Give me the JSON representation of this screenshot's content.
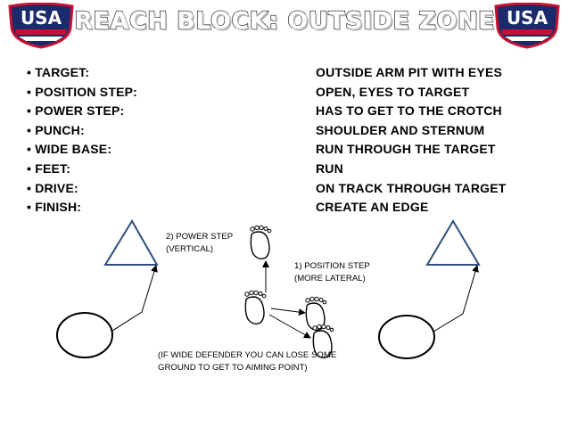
{
  "title": "REACH BLOCK: OUTSIDE ZONE",
  "logo_text": "USA",
  "colors": {
    "logo_navy": "#1b2a6b",
    "logo_red": "#c8102e"
  },
  "coaching_points": [
    {
      "label": "• TARGET:",
      "value": "OUTSIDE ARM PIT WITH EYES"
    },
    {
      "label": "• POSITION STEP:",
      "value": "OPEN, EYES TO TARGET"
    },
    {
      "label": "• POWER STEP:",
      "value": "HAS TO GET TO THE CROTCH"
    },
    {
      "label": "• PUNCH:",
      "value": "SHOULDER AND STERNUM"
    },
    {
      "label": "• WIDE BASE:",
      "value": "RUN THROUGH THE TARGET"
    },
    {
      "label": "• FEET:",
      "value": "RUN"
    },
    {
      "label": "• DRIVE:",
      "value": "ON TRACK THROUGH TARGET"
    },
    {
      "label": "• FINISH:",
      "value": "CREATE AN EDGE"
    }
  ],
  "diagram": {
    "power_step_label": [
      "2) POWER STEP",
      "(VERTICAL)"
    ],
    "position_step_label": [
      "1) POSITION STEP",
      "(MORE LATERAL)"
    ],
    "wide_defender_note": [
      "(IF WIDE DEFENDER YOU CAN LOSE SOME",
      "GROUND TO GET TO AIMING POINT)"
    ],
    "icons": [
      "defender-triangle-icon",
      "blocker-circle-icon",
      "footprint-icon"
    ]
  }
}
